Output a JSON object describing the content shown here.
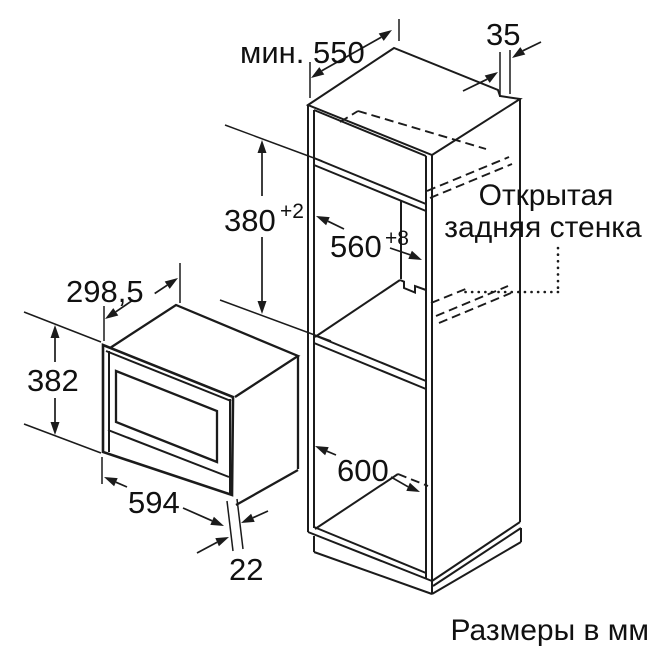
{
  "figure": {
    "kind": "built-in appliance installation drawing",
    "line_color": "#1b1b1b",
    "background": "#ffffff"
  },
  "dimensions": {
    "min_cabinet_depth": {
      "label": "мин. 550"
    },
    "top_rail": {
      "label": "35"
    },
    "niche_height": {
      "value": "380",
      "tolerance": "+2"
    },
    "niche_width": {
      "value": "560",
      "tolerance": "+8"
    },
    "cabinet_width": {
      "label": "600"
    },
    "appliance_depth": {
      "label": "298,5"
    },
    "appliance_height": {
      "label": "382"
    },
    "appliance_width": {
      "label": "594"
    },
    "door_protrusion": {
      "label": "22"
    }
  },
  "labels": {
    "open_back": {
      "line1": "Открытая",
      "line2": "задняя стенка"
    },
    "units": "Размеры в мм"
  }
}
